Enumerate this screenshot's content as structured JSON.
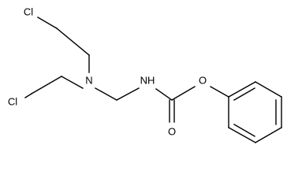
{
  "molecule": {
    "atoms": [
      {
        "id": "cl-top",
        "label": "Cl"
      },
      {
        "id": "cl-bottom",
        "label": "Cl"
      },
      {
        "id": "n-amine",
        "label": "N"
      },
      {
        "id": "n-amide",
        "label": "NH"
      },
      {
        "id": "o-carbonyl",
        "label": "O"
      },
      {
        "id": "o-ester",
        "label": "O"
      }
    ]
  }
}
